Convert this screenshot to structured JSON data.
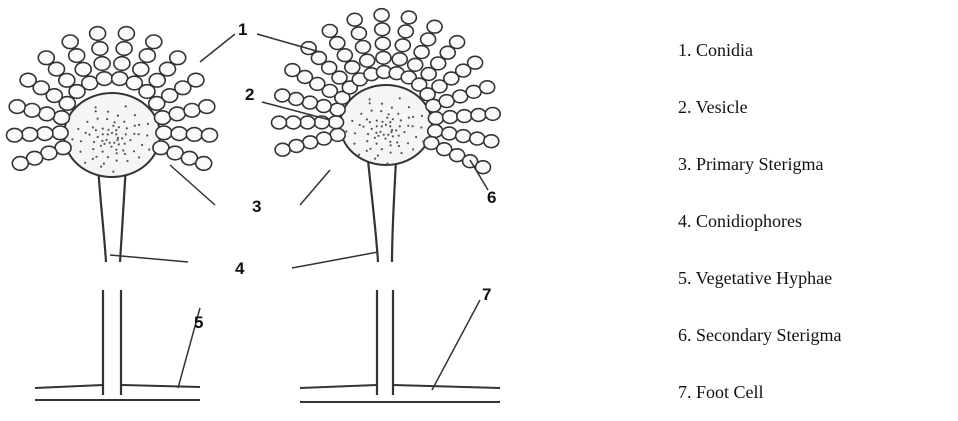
{
  "callout_numbers": [
    "1",
    "2",
    "3",
    "4",
    "5",
    "6",
    "7"
  ],
  "legend": [
    {
      "number": "1",
      "label": "1. Conidia"
    },
    {
      "number": "2",
      "label": "2. Vesicle"
    },
    {
      "number": "3",
      "label": "3. Primary Sterigma"
    },
    {
      "number": "4",
      "label": "4. Conidiophores"
    },
    {
      "number": "5",
      "label": "5. Vegetative Hyphae"
    },
    {
      "number": "6",
      "label": "6. Secondary Sterigma"
    },
    {
      "number": "7",
      "label": "7. Foot Cell"
    }
  ],
  "colors": {
    "ink": "#333333",
    "background": "#ffffff"
  }
}
